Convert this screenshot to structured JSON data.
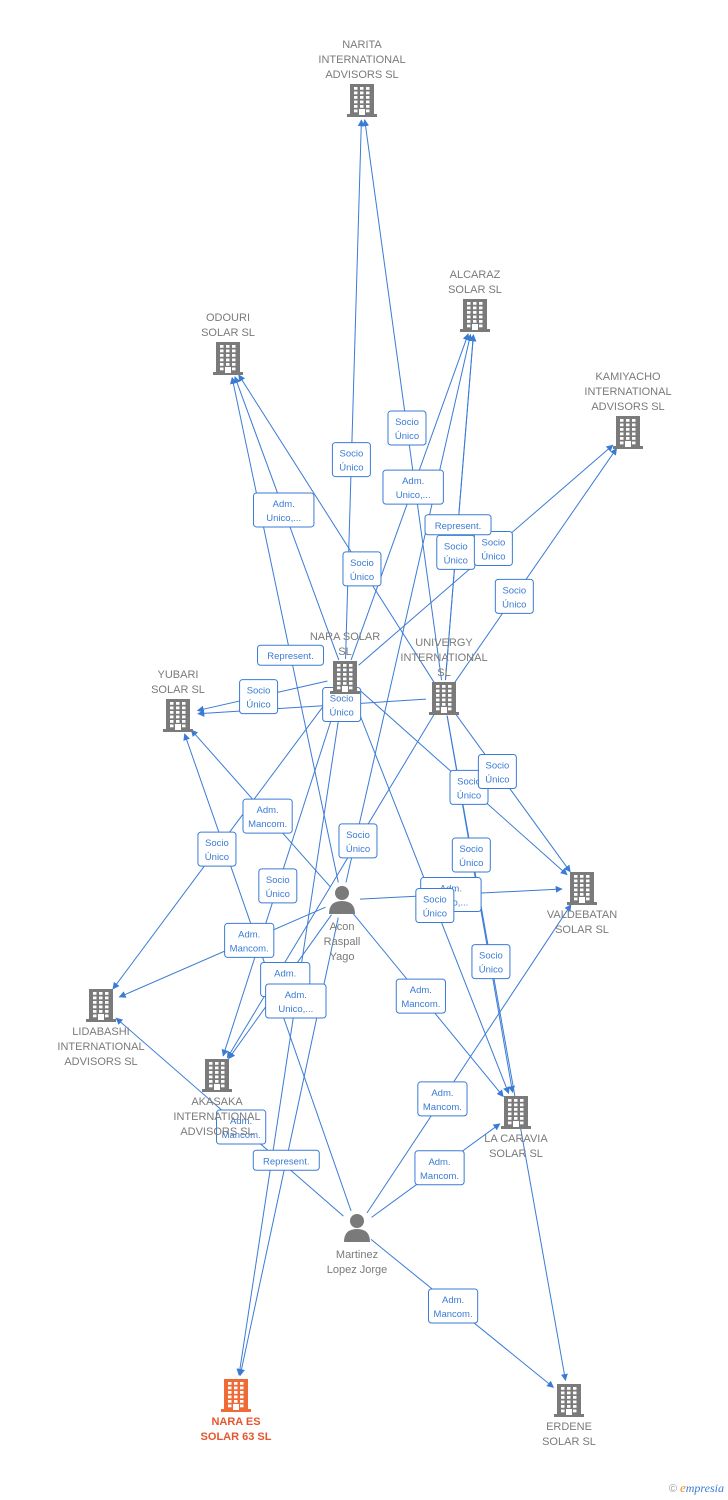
{
  "colors": {
    "edge": "#3a7bd5",
    "company": "#7a7a7a",
    "highlight": "#f06a35",
    "person": "#7a7a7a"
  },
  "nodes": [
    {
      "id": "narita",
      "type": "company",
      "lines": [
        "NARITA",
        "INTERNATIONAL",
        "ADVISORS  SL"
      ]
    },
    {
      "id": "alcaraz",
      "type": "company",
      "lines": [
        "ALCARAZ",
        "SOLAR SL"
      ]
    },
    {
      "id": "odouri",
      "type": "company",
      "lines": [
        "ODOURI",
        "SOLAR  SL"
      ]
    },
    {
      "id": "kamiyacho",
      "type": "company",
      "lines": [
        "KAMIYACHO",
        "INTERNATIONAL",
        "ADVISORS  SL"
      ]
    },
    {
      "id": "nara",
      "type": "company",
      "lines": [
        "NARA SOLAR",
        "SL"
      ]
    },
    {
      "id": "univergy",
      "type": "company",
      "lines": [
        "UNIVERGY",
        "INTERNATIONAL",
        "SL"
      ]
    },
    {
      "id": "yubari",
      "type": "company",
      "lines": [
        "YUBARI",
        "SOLAR  SL"
      ]
    },
    {
      "id": "acon",
      "type": "person",
      "lines": [
        "Acon",
        "Raspall",
        "Yago"
      ]
    },
    {
      "id": "valdebatan",
      "type": "company",
      "lines": [
        "VALDEBATAN",
        "SOLAR  SL"
      ]
    },
    {
      "id": "lidabashi",
      "type": "company",
      "lines": [
        "LIDABASHI",
        "INTERNATIONAL",
        "ADVISORS  SL"
      ]
    },
    {
      "id": "akasaka",
      "type": "company",
      "lines": [
        "AKASAKA",
        "INTERNATIONAL",
        "ADVISORS  SL"
      ]
    },
    {
      "id": "lacaravia",
      "type": "company",
      "lines": [
        "LA CARAVIA",
        "SOLAR  SL"
      ]
    },
    {
      "id": "martinez",
      "type": "person",
      "lines": [
        "Martinez",
        "Lopez Jorge"
      ]
    },
    {
      "id": "naraes",
      "type": "main",
      "lines": [
        "NARA ES",
        "SOLAR 63  SL"
      ]
    },
    {
      "id": "erdene",
      "type": "company",
      "lines": [
        "ERDENE",
        "SOLAR  SL"
      ]
    }
  ],
  "edges": [
    {
      "from": "nara",
      "to": "narita",
      "label": [
        "Socio",
        "Único"
      ]
    },
    {
      "from": "univergy",
      "to": "narita",
      "label": [
        "Socio",
        "Único"
      ]
    },
    {
      "from": "nara",
      "to": "alcaraz",
      "label": [
        "Adm.",
        "Unico,..."
      ]
    },
    {
      "from": "univergy",
      "to": "alcaraz",
      "label": [
        "Socio",
        "Único"
      ]
    },
    {
      "from": "acon",
      "to": "alcaraz",
      "label": []
    },
    {
      "from": "nara",
      "to": "odouri",
      "label": [
        "Adm.",
        "Unico,..."
      ]
    },
    {
      "from": "univergy",
      "to": "odouri",
      "label": [
        "Socio",
        "Único"
      ]
    },
    {
      "from": "acon",
      "to": "odouri",
      "label": [
        "Represent."
      ]
    },
    {
      "from": "nara",
      "to": "kamiyacho",
      "label": [
        "Socio",
        "Único"
      ]
    },
    {
      "from": "univergy",
      "to": "kamiyacho",
      "label": [
        "Socio",
        "Único"
      ]
    },
    {
      "from": "univergy",
      "to": "alcaraz",
      "label": [
        "Represent."
      ]
    },
    {
      "from": "nara",
      "to": "yubari",
      "label": [
        "Socio",
        "Único"
      ]
    },
    {
      "from": "univergy",
      "to": "yubari",
      "label": [
        "Socio",
        "Único"
      ]
    },
    {
      "from": "acon",
      "to": "yubari",
      "label": [
        "Adm.",
        "Mancom."
      ]
    },
    {
      "from": "nara",
      "to": "valdebatan",
      "label": [
        "Socio",
        "Único"
      ]
    },
    {
      "from": "univergy",
      "to": "valdebatan",
      "label": [
        "Socio",
        "Único"
      ]
    },
    {
      "from": "acon",
      "to": "valdebatan",
      "label": [
        "Adm.",
        "Unico,..."
      ]
    },
    {
      "from": "nara",
      "to": "lidabashi",
      "label": [
        "Socio",
        "Único"
      ]
    },
    {
      "from": "acon",
      "to": "lidabashi",
      "label": [
        "Adm.",
        "Mancom."
      ]
    },
    {
      "from": "martinez",
      "to": "lidabashi",
      "label": [
        "Adm.",
        "Mancom."
      ]
    },
    {
      "from": "nara",
      "to": "akasaka",
      "label": [
        "Socio",
        "Único"
      ]
    },
    {
      "from": "univergy",
      "to": "akasaka",
      "label": [
        "Socio",
        "Único"
      ]
    },
    {
      "from": "acon",
      "to": "akasaka",
      "label": [
        "Adm.",
        "Mancom."
      ]
    },
    {
      "from": "nara",
      "to": "lacaravia",
      "label": [
        "Socio",
        "Único"
      ]
    },
    {
      "from": "univergy",
      "to": "lacaravia",
      "label": [
        "Socio",
        "Único"
      ]
    },
    {
      "from": "acon",
      "to": "lacaravia",
      "label": [
        "Adm.",
        "Mancom."
      ]
    },
    {
      "from": "martinez",
      "to": "lacaravia",
      "label": [
        "Adm.",
        "Mancom."
      ]
    },
    {
      "from": "martinez",
      "to": "valdebatan",
      "label": [
        "Adm.",
        "Mancom."
      ]
    },
    {
      "from": "nara",
      "to": "naraes",
      "label": [
        "Adm.",
        "Unico,..."
      ]
    },
    {
      "from": "acon",
      "to": "naraes",
      "label": [
        "Represent."
      ]
    },
    {
      "from": "univergy",
      "to": "erdene",
      "label": [
        "Socio",
        "Único"
      ]
    },
    {
      "from": "martinez",
      "to": "erdene",
      "label": [
        "Adm.",
        "Mancom."
      ]
    },
    {
      "from": "martinez",
      "to": "yubari",
      "label": []
    }
  ],
  "footer": {
    "copyright": "©",
    "brand_first": "e",
    "brand_rest": "mpresia"
  }
}
